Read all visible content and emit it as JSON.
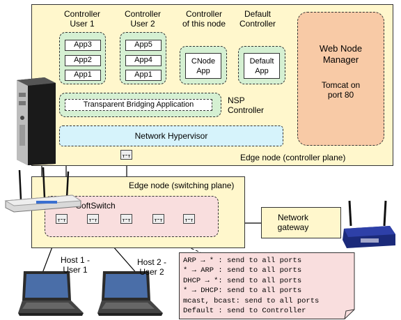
{
  "controller_plane": {
    "label": "Edge node (controller plane)",
    "columns": {
      "user1": "Controller\nUser 1",
      "user2": "Controller\nUser 2",
      "node": "Controller\nof this node",
      "default": "Default\nController"
    },
    "user1_apps": [
      "App3",
      "App2",
      "App1"
    ],
    "user2_apps": [
      "App5",
      "App4",
      "App1"
    ],
    "cnode_app": "CNode\nApp",
    "default_app": "Default\nApp",
    "bridging_app": "Transparent Bridging Application",
    "nsp_controller": "NSP\nController",
    "hypervisor": "Network Hypervisor",
    "web_manager": {
      "title": "Web Node\nManager",
      "subtitle": "Tomcat on\nport 80"
    }
  },
  "switching_plane": {
    "label": "Edge node (switching plane)",
    "softswitch": "SoftSwitch"
  },
  "gateway_label": "Network\ngateway",
  "hosts": {
    "host1": "Host 1 -\nUser 1",
    "host2": "Host 2 -\nUser 2"
  },
  "rules": [
    "ARP → * : send to all ports",
    "* → ARP : send to all ports",
    "DHCP → *: send to all ports",
    "* → DHCP: send to all ports",
    "mcast, bcast: send to all ports",
    "Default : send to Controller"
  ],
  "colors": {
    "plane_fill": "#fff7cc",
    "app_group_fill": "#d5f0d2",
    "hypervisor_fill": "#d6f3fb",
    "web_manager_fill": "#f8caa6",
    "softswitch_fill": "#f9dede",
    "rules_fill": "#f9dede"
  }
}
